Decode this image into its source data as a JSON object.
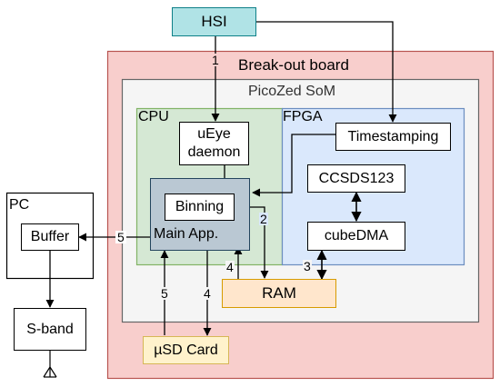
{
  "colors": {
    "hsi_fill": "#b0e3e6",
    "hsi_stroke": "#0e8088",
    "board_fill": "#f8cecc",
    "board_stroke": "#b85450",
    "som_fill": "#f5f5f5",
    "som_stroke": "#666666",
    "cpu_fill": "#d5e8d4",
    "cpu_stroke": "#82b366",
    "fpga_fill": "#dae8fc",
    "fpga_stroke": "#6c8ebf",
    "main_app_fill": "#bac8d3",
    "main_app_stroke": "#23445d",
    "ram_fill": "#ffe6cc",
    "ram_stroke": "#d79b00",
    "sd_fill": "#fff2cc",
    "sd_stroke": "#d6b656"
  },
  "blocks": {
    "hsi": "HSI",
    "board": "Break-out board",
    "som": "PicoZed SoM",
    "cpu": "CPU",
    "fpga": "FPGA",
    "ueye_line1": "uEye",
    "ueye_line2": "daemon",
    "timestamping": "Timestamping",
    "ccsds": "CCSDS123",
    "binning": "Binning",
    "main_app": "Main App.",
    "cubedma": "cubeDMA",
    "ram": "RAM",
    "sd_card": "µSD Card",
    "pc": "PC",
    "buffer": "Buffer",
    "sband": "S-band"
  },
  "edges": {
    "hsi_to_ueye": "1",
    "binning_to_ram": "2",
    "cubedma_ram": "3",
    "ram_main_app": "4",
    "main_app_to_sd": "4",
    "sd_to_main_app": "5",
    "main_app_to_buffer": "5"
  }
}
